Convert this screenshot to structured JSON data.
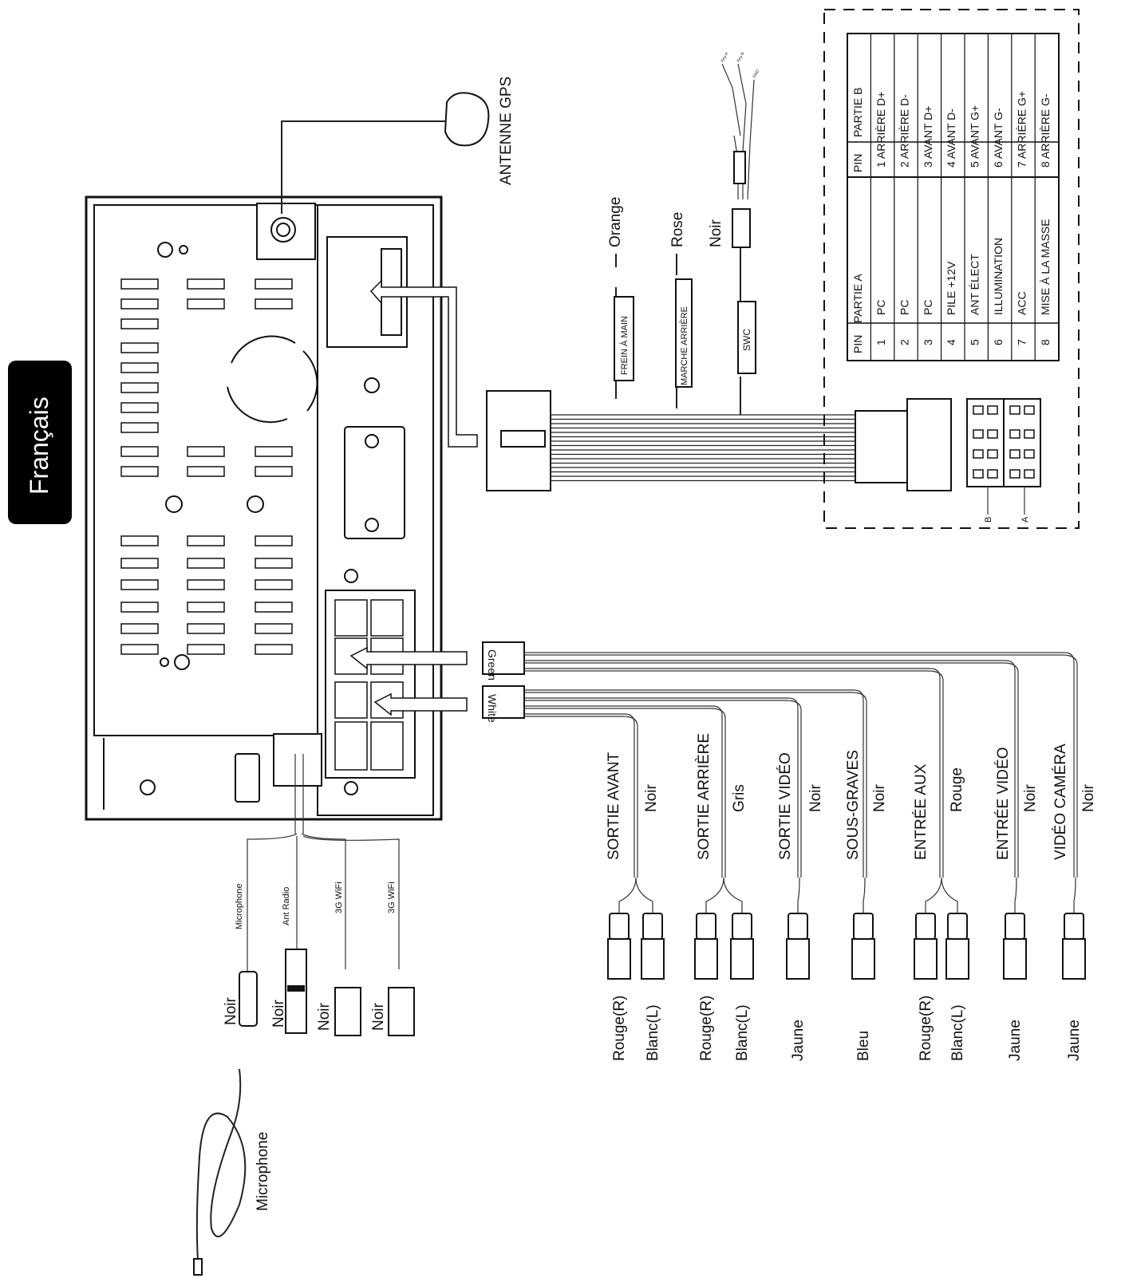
{
  "language_tab": "Français",
  "gps_antenna_label": "ANTENNE GPS",
  "harness": {
    "orange": "Orange",
    "rose": "Rose",
    "noir": "Noir",
    "frein_a_main": "FREIN À MAIN",
    "marche_arriere": "MARCHE ARRIÈRE",
    "swc": "SWC",
    "key_a": "Key A",
    "key_b": "Key B",
    "gnd": "GND",
    "connector_b": "B",
    "connector_a": "A"
  },
  "pin_table": {
    "header_a": [
      "PIN",
      "PARTIE A"
    ],
    "header_b": [
      "PIN",
      "PARTIE B"
    ],
    "rows_a": [
      [
        "1",
        "PC"
      ],
      [
        "2",
        "PC"
      ],
      [
        "3",
        "PC"
      ],
      [
        "4",
        "PILE +12V"
      ],
      [
        "5",
        "ANT ÉLECT"
      ],
      [
        "6",
        "ILLUMINATION"
      ],
      [
        "7",
        "ACC"
      ],
      [
        "8",
        "MISE À LA MASSE"
      ]
    ],
    "rows_b": [
      "1 ARRIÈRE D+",
      "2 ARRIÈRE D-",
      "3 AVANT D+",
      "4 AVANT D-",
      "5 AVANT G+",
      "6 AVANT G-",
      "7 ARRIÈRE G+",
      "8 ARRIÈRE G-"
    ]
  },
  "tags": {
    "green": "Green",
    "white": "White"
  },
  "groups": [
    {
      "title": "SORTIE AVANT",
      "sub": "Noir",
      "plugs": [
        "Rouge(R)",
        "Blanc(L)"
      ]
    },
    {
      "title": "SORTIE ARRIÈRE",
      "sub": "Gris",
      "plugs": [
        "Rouge(R)",
        "Blanc(L)"
      ]
    },
    {
      "title": "SORTIE VIDÉO",
      "sub": "Noir",
      "plugs": [
        "Jaune"
      ]
    },
    {
      "title": "SOUS-GRAVES",
      "sub": "Noir",
      "plugs": [
        "Bleu"
      ]
    },
    {
      "title": "ENTRÉE AUX",
      "sub": "Rouge",
      "plugs": [
        "Rouge(R)",
        "Blanc(L)"
      ]
    },
    {
      "title": "ENTRÉE VIDÉO",
      "sub": "Noir",
      "plugs": [
        "Jaune"
      ]
    },
    {
      "title": "VIDÉO CAMÉRA",
      "sub": "Noir",
      "plugs": [
        "Jaune"
      ]
    }
  ],
  "left_cables": {
    "labels": [
      "Microphone",
      "Ant Radio",
      "3G WiFi",
      "3G WiFi"
    ],
    "colors": [
      "Noir",
      "Noir",
      "Noir",
      "Noir"
    ]
  },
  "microphone_label": "Microphone"
}
